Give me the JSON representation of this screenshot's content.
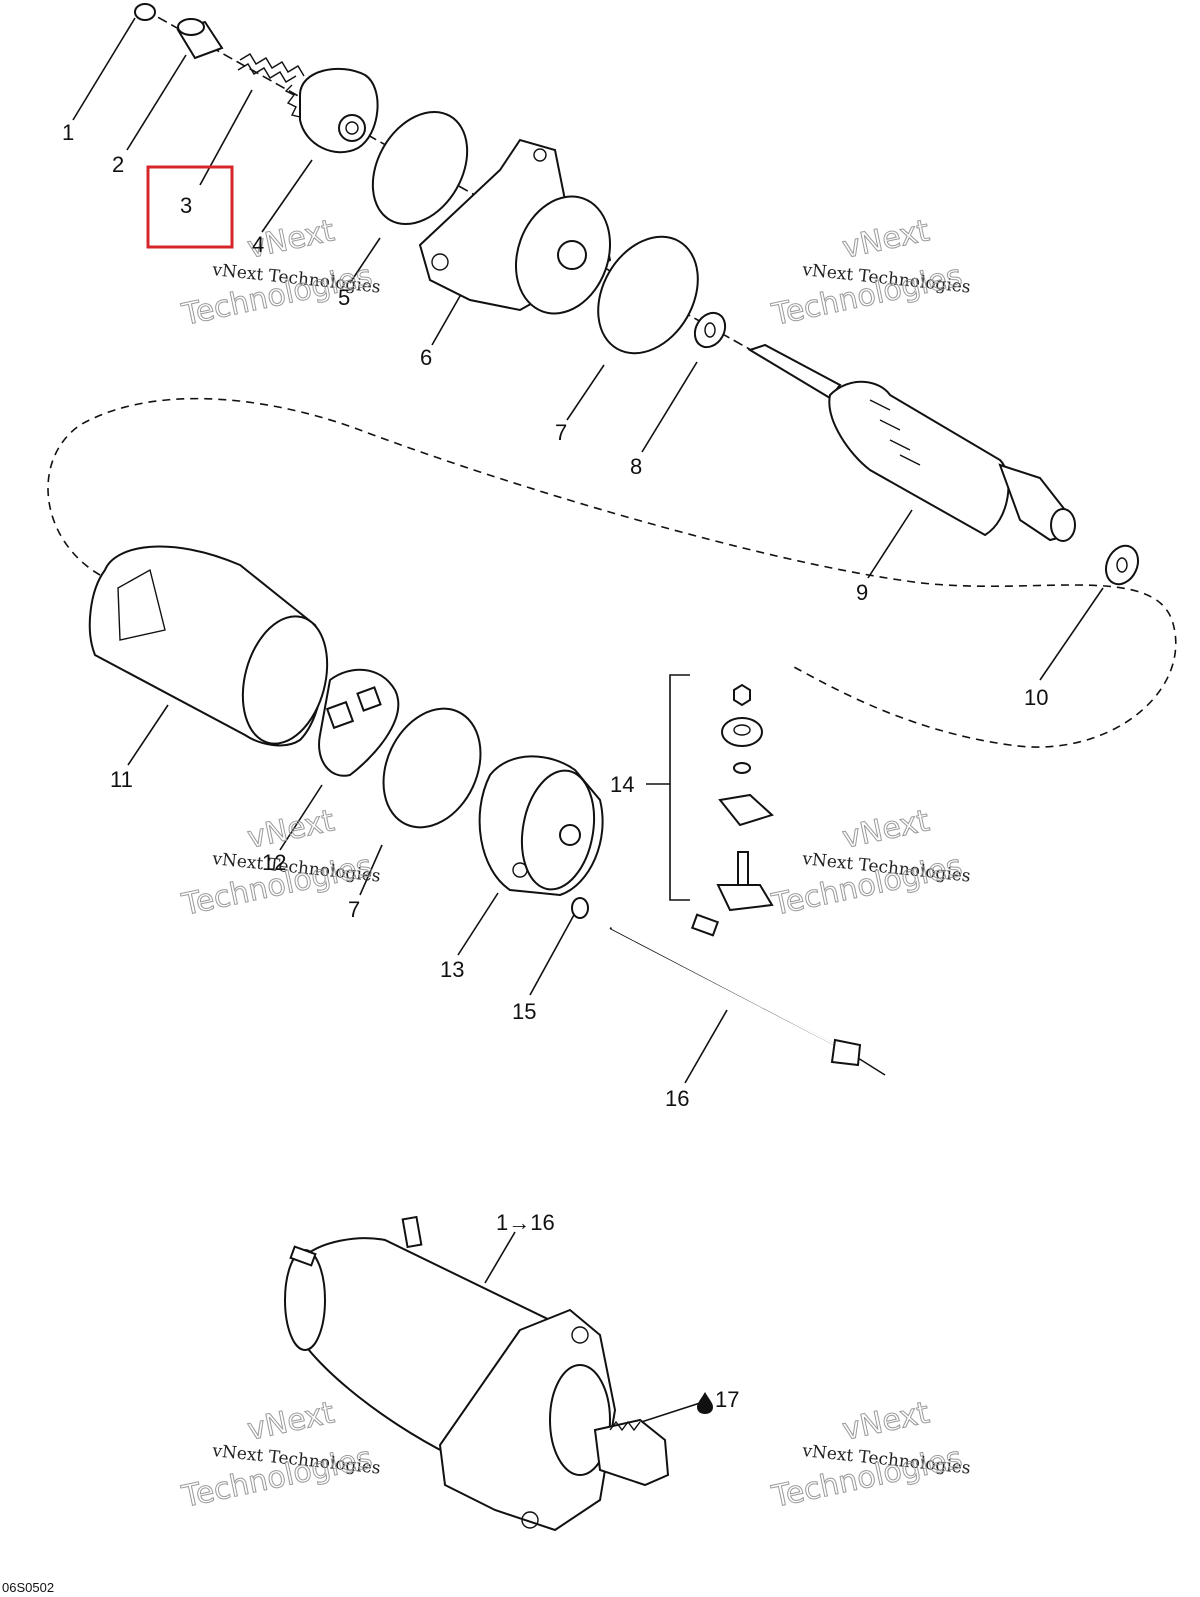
{
  "callouts": [
    {
      "id": "1",
      "label": "1"
    },
    {
      "id": "2",
      "label": "2"
    },
    {
      "id": "3",
      "label": "3"
    },
    {
      "id": "4",
      "label": "4"
    },
    {
      "id": "5",
      "label": "5"
    },
    {
      "id": "6",
      "label": "6"
    },
    {
      "id": "7a",
      "label": "7"
    },
    {
      "id": "8",
      "label": "8"
    },
    {
      "id": "9",
      "label": "9"
    },
    {
      "id": "10",
      "label": "10"
    },
    {
      "id": "11",
      "label": "11"
    },
    {
      "id": "12",
      "label": "12"
    },
    {
      "id": "7b",
      "label": "7"
    },
    {
      "id": "13",
      "label": "13"
    },
    {
      "id": "14",
      "label": "14"
    },
    {
      "id": "15",
      "label": "15"
    },
    {
      "id": "16",
      "label": "16"
    },
    {
      "id": "assembly",
      "label": "1→16"
    },
    {
      "id": "17",
      "label": "17"
    }
  ],
  "highlight": {
    "callout": "3",
    "color": "#d7262b"
  },
  "watermark": {
    "line1": "vNext Technologies",
    "line2": "vNext",
    "line3": "Technologies"
  },
  "reference_code": "06S0502",
  "icons": {
    "lubricant": "oil-drop-icon",
    "arrow": "arrow-right-icon"
  }
}
